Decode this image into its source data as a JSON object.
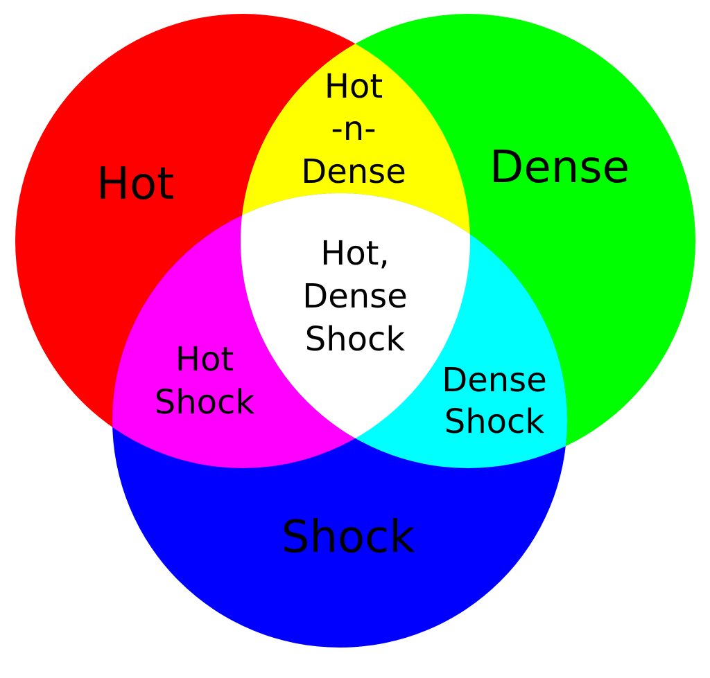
{
  "sets": {
    "hot": {
      "label": "Hot",
      "color": "#ff0000"
    },
    "dense": {
      "label": "Dense",
      "color": "#00ff00"
    },
    "shock": {
      "label": "Shock",
      "color": "#0000ff"
    }
  },
  "intersections": {
    "hot_dense": {
      "lines": [
        "Hot",
        "-n-",
        "Dense"
      ],
      "color": "#ffff00"
    },
    "hot_shock": {
      "lines": [
        "Hot",
        "Shock"
      ],
      "color": "#ff00ff"
    },
    "dense_shock": {
      "lines": [
        "Dense",
        "Shock"
      ],
      "color": "#00ffff"
    },
    "all": {
      "lines": [
        "Hot,",
        "Dense",
        "Shock"
      ],
      "color": "#ffffff"
    }
  }
}
